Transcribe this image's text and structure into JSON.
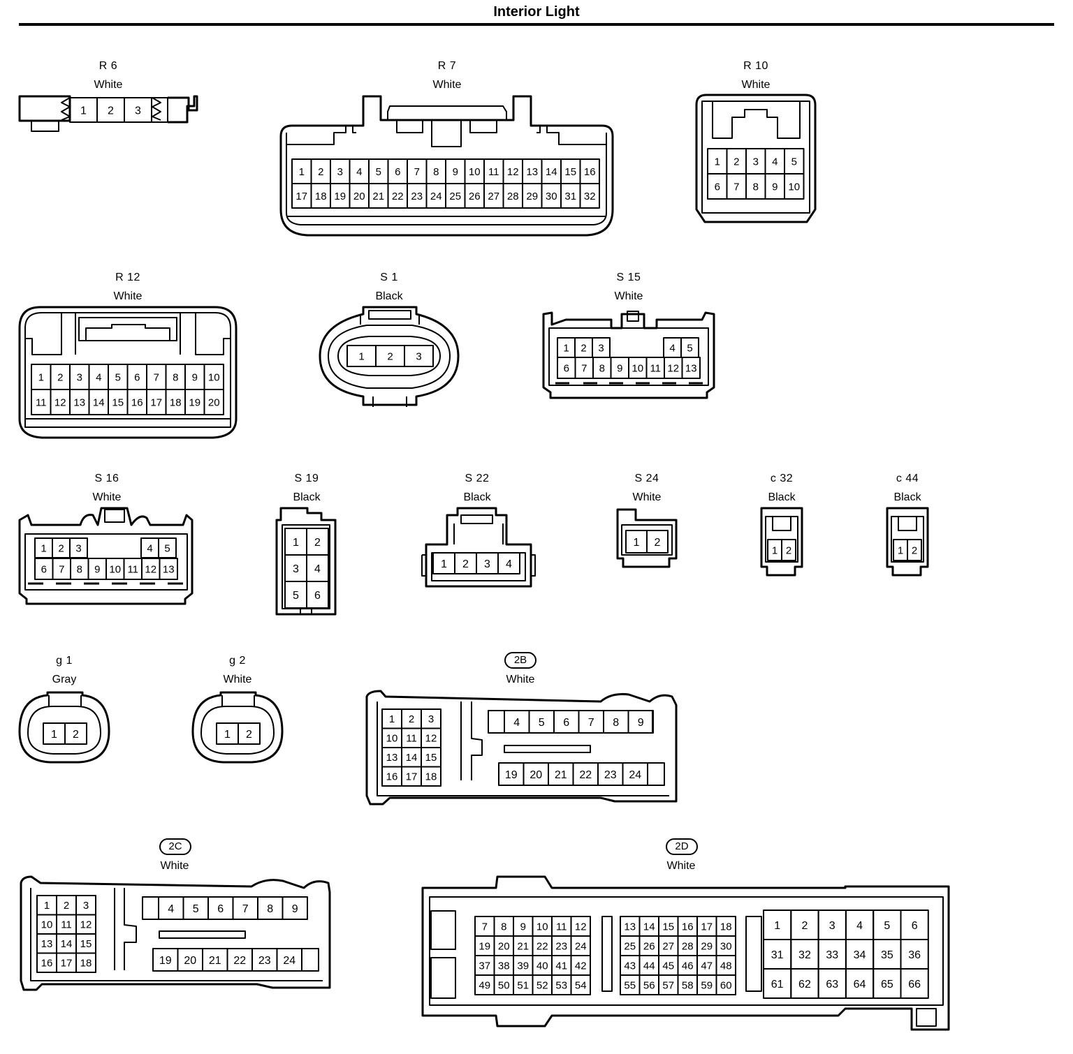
{
  "title": "Interior Light",
  "connectors": [
    {
      "id": "R 6",
      "color": "White",
      "pins": [
        "1",
        "2",
        "3"
      ]
    },
    {
      "id": "R 7",
      "color": "White",
      "pins": [
        "1",
        "2",
        "3",
        "4",
        "5",
        "6",
        "7",
        "8",
        "9",
        "10",
        "11",
        "12",
        "13",
        "14",
        "15",
        "16",
        "17",
        "18",
        "19",
        "20",
        "21",
        "22",
        "23",
        "24",
        "25",
        "26",
        "27",
        "28",
        "29",
        "30",
        "31",
        "32"
      ]
    },
    {
      "id": "R 10",
      "color": "White",
      "pins": [
        "1",
        "2",
        "3",
        "4",
        "5",
        "6",
        "7",
        "8",
        "9",
        "10"
      ]
    },
    {
      "id": "R 12",
      "color": "White",
      "pins": [
        "1",
        "2",
        "3",
        "4",
        "5",
        "6",
        "7",
        "8",
        "9",
        "10",
        "11",
        "12",
        "13",
        "14",
        "15",
        "16",
        "17",
        "18",
        "19",
        "20"
      ]
    },
    {
      "id": "S 1",
      "color": "Black",
      "pins": [
        "1",
        "2",
        "3"
      ]
    },
    {
      "id": "S 15",
      "color": "White",
      "pins": [
        "1",
        "2",
        "3",
        "4",
        "5",
        "6",
        "7",
        "8",
        "9",
        "10",
        "11",
        "12",
        "13"
      ]
    },
    {
      "id": "S 16",
      "color": "White",
      "pins": [
        "1",
        "2",
        "3",
        "4",
        "5",
        "6",
        "7",
        "8",
        "9",
        "10",
        "11",
        "12",
        "13"
      ]
    },
    {
      "id": "S 19",
      "color": "Black",
      "pins": [
        "1",
        "2",
        "3",
        "4",
        "5",
        "6"
      ]
    },
    {
      "id": "S 22",
      "color": "Black",
      "pins": [
        "1",
        "2",
        "3",
        "4"
      ]
    },
    {
      "id": "S 24",
      "color": "White",
      "pins": [
        "1",
        "2"
      ]
    },
    {
      "id": "c 32",
      "color": "Black",
      "pins": [
        "1",
        "2"
      ]
    },
    {
      "id": "c 44",
      "color": "Black",
      "pins": [
        "1",
        "2"
      ]
    },
    {
      "id": "g 1",
      "color": "Gray",
      "pins": [
        "1",
        "2"
      ]
    },
    {
      "id": "g 2",
      "color": "White",
      "pins": [
        "1",
        "2"
      ]
    },
    {
      "id": "2B",
      "color": "White",
      "pins": [
        "1",
        "2",
        "3",
        "10",
        "11",
        "12",
        "13",
        "14",
        "15",
        "16",
        "17",
        "18",
        "4",
        "5",
        "6",
        "7",
        "8",
        "9",
        "19",
        "20",
        "21",
        "22",
        "23",
        "24"
      ]
    },
    {
      "id": "2C",
      "color": "White",
      "pins": [
        "1",
        "2",
        "3",
        "10",
        "11",
        "12",
        "13",
        "14",
        "15",
        "16",
        "17",
        "18",
        "4",
        "5",
        "6",
        "7",
        "8",
        "9",
        "19",
        "20",
        "21",
        "22",
        "23",
        "24"
      ]
    },
    {
      "id": "2D",
      "color": "White",
      "pins": [
        "7",
        "8",
        "9",
        "10",
        "11",
        "12",
        "19",
        "20",
        "21",
        "22",
        "23",
        "24",
        "37",
        "38",
        "39",
        "40",
        "41",
        "42",
        "49",
        "50",
        "51",
        "52",
        "53",
        "54",
        "13",
        "14",
        "15",
        "16",
        "17",
        "18",
        "25",
        "26",
        "27",
        "28",
        "29",
        "30",
        "43",
        "44",
        "45",
        "46",
        "47",
        "48",
        "55",
        "56",
        "57",
        "58",
        "59",
        "60",
        "1",
        "2",
        "3",
        "4",
        "5",
        "6",
        "31",
        "32",
        "33",
        "34",
        "35",
        "36",
        "61",
        "62",
        "63",
        "64",
        "65",
        "66"
      ]
    }
  ]
}
